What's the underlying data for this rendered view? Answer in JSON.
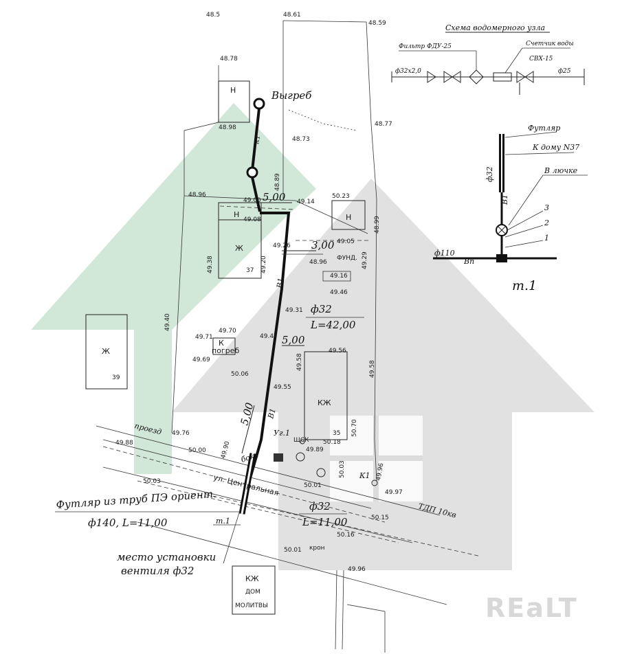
{
  "colors": {
    "house_green": "#cfe6d6",
    "house_gray": "#dcdcdc",
    "line": "#222222",
    "watermark": "#d8d8d8"
  },
  "icons": {
    "watermark": "house-silhouette-icon",
    "valve": "valve-icon",
    "meter": "water-meter-icon"
  },
  "scheme": {
    "title": "Схема водомерного узла",
    "filter": "Фильтр ФДУ-25",
    "meter": "Счетчик воды",
    "meter_model": "СВХ-15",
    "pipe_in": "ф32х2,0",
    "pipe_out": "ф25"
  },
  "t1": {
    "sleeve": "Футляр",
    "to_house": "К дому N37",
    "in_hatch": "В лючке",
    "d32": "ф32",
    "b1": "В1",
    "n3": "3",
    "n2": "2",
    "n1": "1",
    "d110": "ф110",
    "bn": "Вп",
    "title": "т.1"
  },
  "plan": {
    "vygreb": "Выгреб",
    "k1_top": "К1",
    "n_top": "Н",
    "n_house": "Н",
    "n_right": "Н",
    "zh_house": "Ж",
    "num37": "37",
    "zh_left": "Ж",
    "num39": "39",
    "dim500_top": "5,00",
    "dim300": "3,00",
    "fund": "ФУНД.",
    "b1_mid": "В1",
    "d32_label": "ф32",
    "l42": "L=42,00",
    "dim500_mid": "5,00",
    "k_cellar": "К",
    "pogreb": "погреб",
    "kzh": "КЖ",
    "b1_low": "В1",
    "dim500_low": "5,00",
    "ug1": "Уг.1",
    "proezd": "проезд",
    "boks": "бокс",
    "street": "ул. Центральная",
    "d32_low": "ф32",
    "l11": "L=11,00",
    "tdp": "ТДП 10кв",
    "k1_right": "К1",
    "kron": "крон",
    "t1_label": "т.1",
    "num35": "35",
    "shsk": "ЩСК"
  },
  "notes": {
    "sleeve_1": "Футляр из труб ПЭ ориент.",
    "sleeve_2": "ф140, L=11,00",
    "valve_1": "место установки",
    "valve_2": "вентиля ф32"
  },
  "church": {
    "l1": "КЖ",
    "l2": "ДОМ",
    "l3": "МОЛИТВЫ"
  },
  "elev": {
    "e4885": "48.5",
    "e4861": "48.61",
    "e4859": "48.59",
    "e4878": "48.78",
    "e4898": "48.98",
    "e4873": "48.73",
    "e4877": "48.77",
    "e4896": "48.96",
    "e4900": "49.00",
    "e4914": "49.14",
    "e5023": "50.23",
    "e4908": "49.08",
    "e4899": "48.99",
    "e4889": "48.89",
    "e4905": "49.05",
    "e4938": "49.38",
    "e4920": "49.20",
    "e4926": "49.26",
    "e4896b": "48.96",
    "e4929": "49.29",
    "e4916": "49.16",
    "e4946": "49.46",
    "e4931": "49.31",
    "e4940": "49.40",
    "e4947": "49.47",
    "e4971": "49.71",
    "e4970": "49.70",
    "e4969": "49.69",
    "e4958": "49.58",
    "e4956": "49.56",
    "e4958b": "49.58",
    "e5006": "50.06",
    "e4955": "49.55",
    "e4976": "49.76",
    "e4988": "49.88",
    "e5000": "50.00",
    "e4990": "49.90",
    "e5070": "50.70",
    "e5018": "50.18",
    "e4989": "49.89",
    "e5003": "50.03",
    "e4996": "49.96",
    "e4997": "49.97",
    "e5003b": "50.03",
    "e5001": "50.01",
    "e5015": "50.15",
    "e5016": "50.16",
    "e5001b": "50.01",
    "e4996b": "49.96"
  },
  "watermark": "REaLT"
}
